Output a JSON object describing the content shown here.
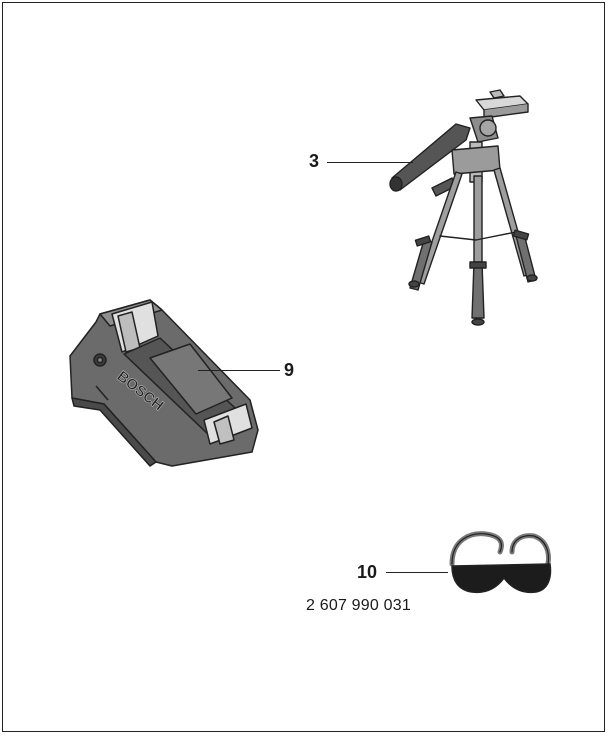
{
  "callouts": {
    "tripod": "3",
    "charger": "9",
    "glasses": "10"
  },
  "charger_brand": "BOSCH",
  "glasses_part_number": "2 607 990 031",
  "colors": {
    "line": "#222222",
    "charger_fill": "#6b6b6b",
    "charger_dark": "#4a4a4a",
    "lens": "#1c1c1c"
  }
}
